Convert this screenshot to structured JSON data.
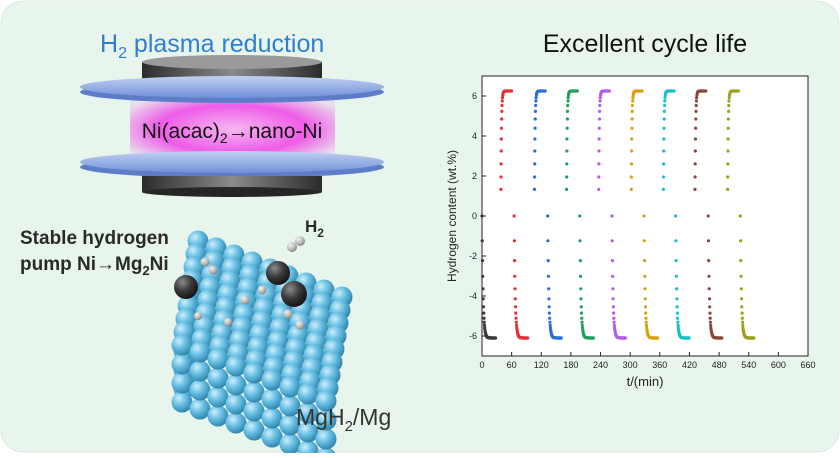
{
  "panel_left": {
    "title_main": "H",
    "title_sub": "2",
    "title_rest": " plasma reduction",
    "reaction_a": "Ni(acac)",
    "reaction_sub": "2",
    "reaction_arrow": "→",
    "reaction_b": "nano-Ni",
    "pump_line1": "Stable hydrogen",
    "pump_line2_a": "pump Ni→Mg",
    "pump_line2_sub": "2",
    "pump_line2_b": "Ni",
    "h2_main": "H",
    "h2_sub": "2",
    "substrate_a": "MgH",
    "substrate_sub": "2",
    "substrate_b": "/Mg"
  },
  "panel_right": {
    "title": "Excellent cycle life"
  },
  "colors": {
    "background": "#e8f5ec",
    "plasma": "#ee5ce8",
    "plate": "#8ea7e0",
    "sphere": "#6cc2e6",
    "title_blue": "#2f7fd0"
  },
  "chart_data": {
    "type": "scatter",
    "title": "",
    "xlabel": "t/(min)",
    "ylabel": "Hydrogen content (wt.%)",
    "xlim": [
      0,
      660
    ],
    "ylim": [
      -7,
      7
    ],
    "xticks": [
      0,
      60,
      120,
      180,
      240,
      300,
      360,
      420,
      480,
      540,
      600,
      660
    ],
    "yticks": [
      -6,
      -4,
      -2,
      0,
      2,
      4,
      6
    ],
    "xtick_labels": [
      "0",
      "60",
      "120",
      "180",
      "240",
      "300",
      "360",
      "420",
      "480",
      "540",
      "600",
      "660"
    ],
    "ytick_labels": [
      "-6",
      "-4",
      "-2",
      "0",
      "2",
      "4",
      "6"
    ],
    "legend": "none",
    "cycles": [
      {
        "color": "#3a3a3a",
        "des_start": 0,
        "abs_start": null
      },
      {
        "color": "#e8303a",
        "des_start": 65,
        "abs_start": 38
      },
      {
        "color": "#2b6fd6",
        "des_start": 133,
        "abs_start": 106
      },
      {
        "color": "#22a05a",
        "des_start": 198,
        "abs_start": 171
      },
      {
        "color": "#b35ee8",
        "des_start": 263,
        "abs_start": 236
      },
      {
        "color": "#d8a10f",
        "des_start": 328,
        "abs_start": 302
      },
      {
        "color": "#18c0c8",
        "des_start": 392,
        "abs_start": 367
      },
      {
        "color": "#8a4a3c",
        "des_start": 458,
        "abs_start": 431
      },
      {
        "color": "#9aa31c",
        "des_start": 523,
        "abs_start": 497
      }
    ]
  }
}
